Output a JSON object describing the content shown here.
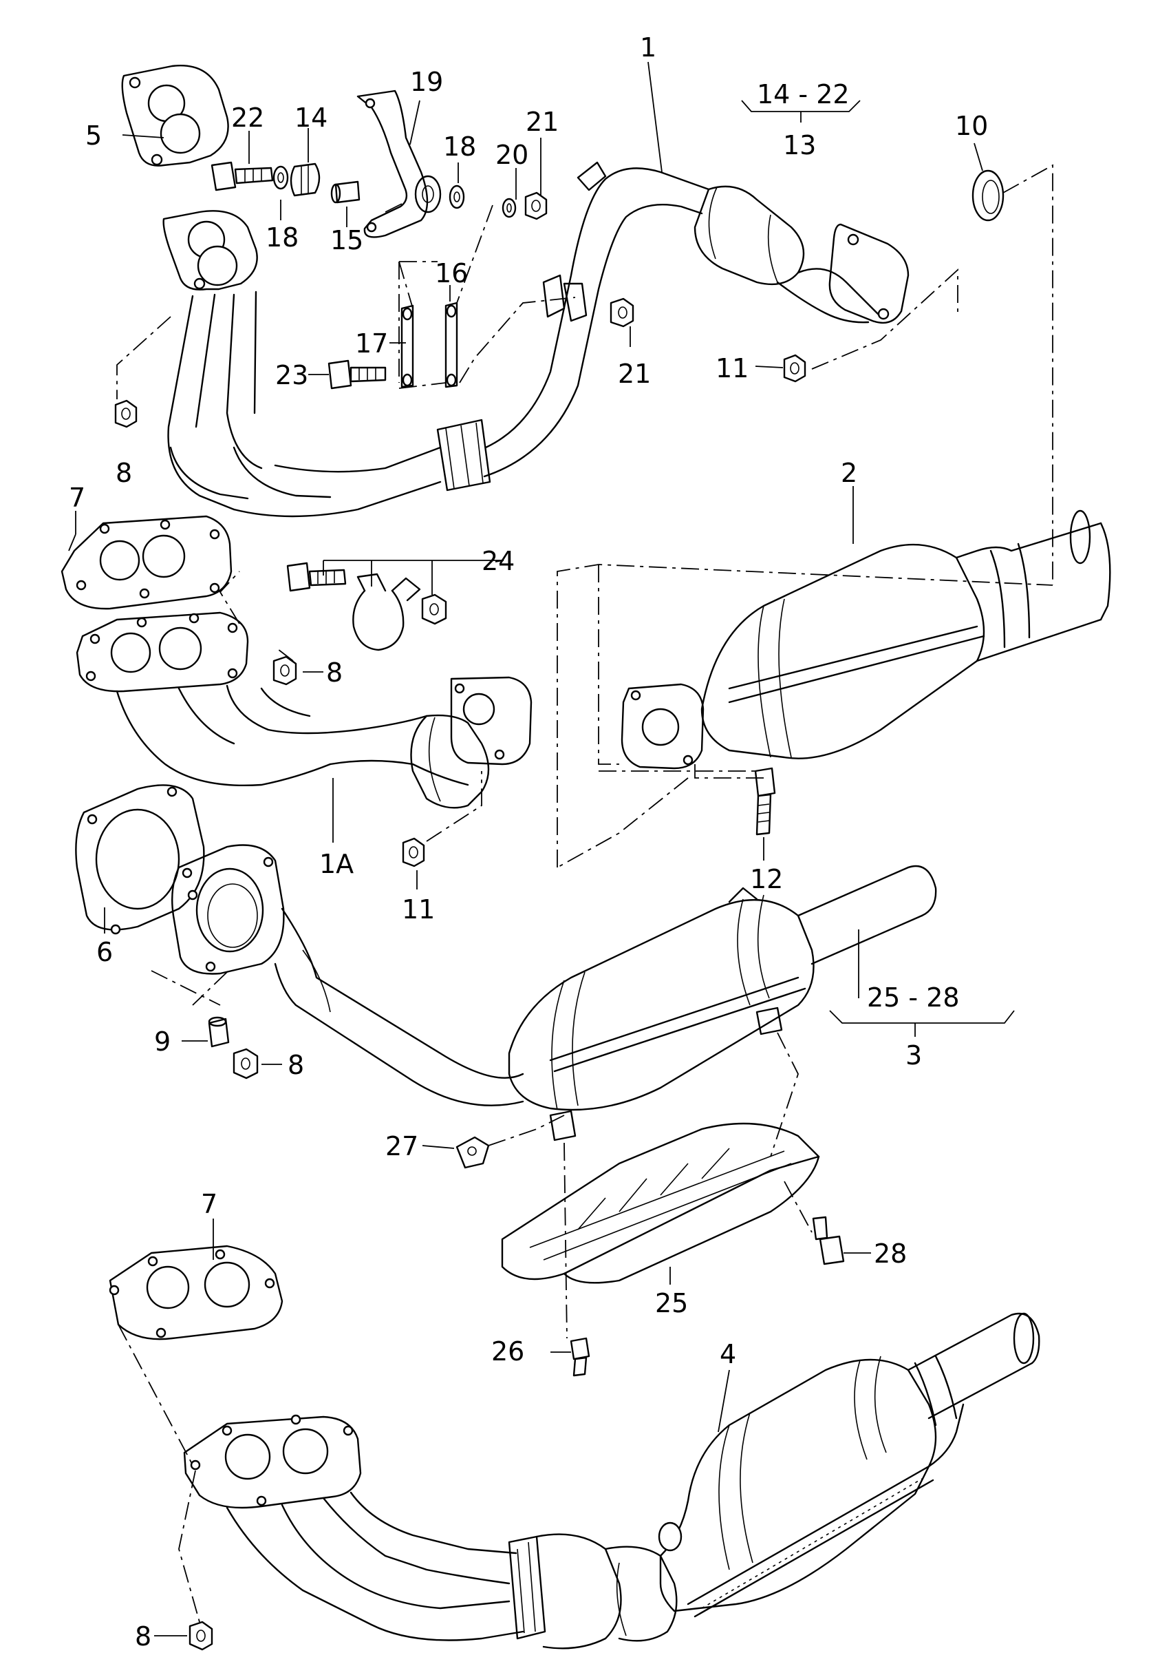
{
  "callouts": {
    "c1": "1",
    "c1a": "1A",
    "c2": "2",
    "c3": "3",
    "c3_range": "25 - 28",
    "c4": "4",
    "c5": "5",
    "c6": "6",
    "c7_top": "7",
    "c7_bottom": "7",
    "c8_a": "8",
    "c8_b": "8",
    "c8_c": "8",
    "c8_d": "8",
    "c9": "9",
    "c10": "10",
    "c11_a": "11",
    "c11_b": "11",
    "c12": "12",
    "c13": "13",
    "c13_range": "14 - 22",
    "c14": "14",
    "c15": "15",
    "c16": "16",
    "c17": "17",
    "c18_a": "18",
    "c18_b": "18",
    "c19": "19",
    "c20": "20",
    "c21_a": "21",
    "c21_b": "21",
    "c22": "22",
    "c23": "23",
    "c24": "24",
    "c25": "25",
    "c26": "26",
    "c27": "27",
    "c28": "28"
  },
  "colors": {
    "ink": "#000000",
    "paper": "#ffffff"
  }
}
